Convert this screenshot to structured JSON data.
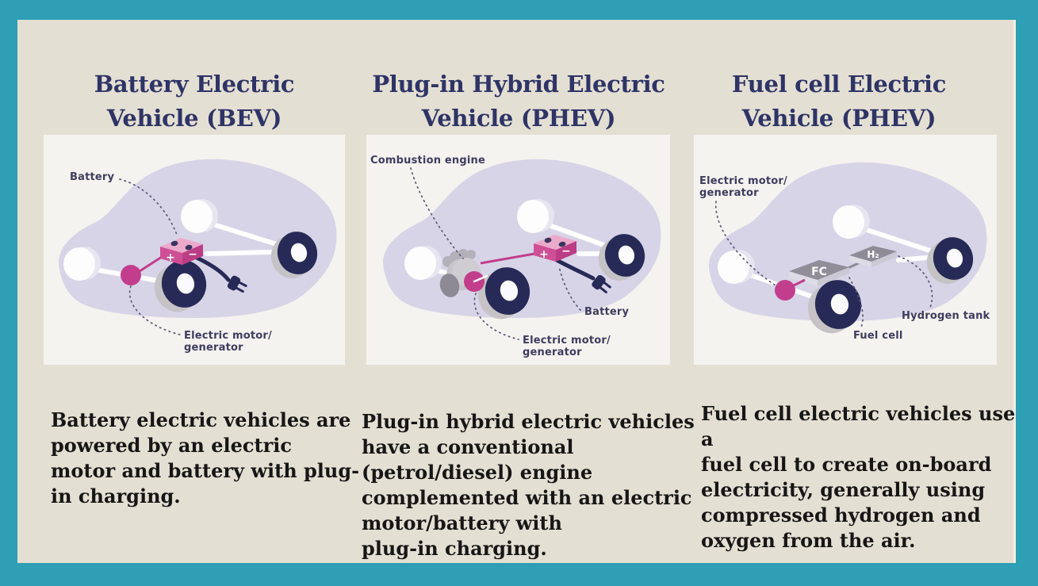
{
  "palette": {
    "frame_teal": "#2e9fb5",
    "background_beige": "#e4dfd3",
    "panel_white": "#f5f3ef",
    "car_lavender": "#d7d4e7",
    "accent_pink": "#c23e8c",
    "battery_pink_top": "#ecaacb",
    "battery_pink_front": "#cf4f96",
    "navy_dark": "#272a56",
    "title_navy": "#2e3466",
    "text_black": "#161616",
    "label_navy": "#3e3c5f",
    "component_gray": "#918e9a"
  },
  "columns": [
    {
      "id": "bev",
      "title": "Battery Electric\nVehicle (BEV)",
      "description": "Battery electric vehicles are\npowered by an electric\nmotor and battery with plug-\nin charging.",
      "labels": {
        "battery": "Battery",
        "motor": "Electric motor/\ngenerator",
        "battery_plus": "+",
        "battery_minus": "−"
      }
    },
    {
      "id": "phev",
      "title": "Plug-in Hybrid Electric\nVehicle (PHEV)",
      "description": "Plug-in hybrid electric vehicles\nhave a conventional\n(petrol/diesel) engine\ncomplemented with an electric\nmotor/battery with\nplug-in charging.",
      "labels": {
        "combustion_engine": "Combustion engine",
        "battery": "Battery",
        "motor": "Electric motor/\ngenerator",
        "battery_plus": "+",
        "battery_minus": "−"
      }
    },
    {
      "id": "fcev",
      "title": "Fuel cell Electric\nVehicle (PHEV)",
      "description": "Fuel cell electric vehicles use a\nfuel cell to create on-board\nelectricity, generally using\ncompressed hydrogen and\noxygen from the air.",
      "labels": {
        "motor": "Electric motor/\ngenerator",
        "hydrogen_tank": "Hydrogen tank",
        "fuel_cell": "Fuel cell",
        "fuel_cell_box": "FC",
        "hydrogen_box": "H₂"
      }
    }
  ]
}
